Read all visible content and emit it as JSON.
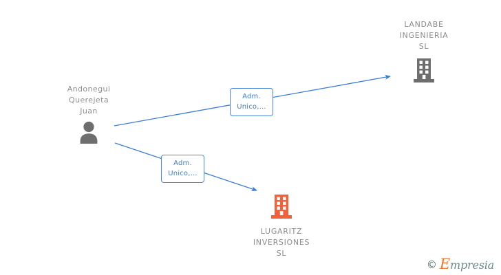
{
  "graph": {
    "background_color": "#ffffff",
    "nodes": [
      {
        "id": "person",
        "name": "Andonegui\nQuerejeta\nJuan",
        "icon": "person-icon",
        "icon_color": "#6e6e6e",
        "label_color": "#8e8e8e",
        "type": "person"
      },
      {
        "id": "landabe",
        "name": "LANDABE\nINGENIERIA\nSL",
        "icon": "building-icon",
        "icon_color": "#6e6e6e",
        "label_color": "#8c8c8c",
        "type": "company"
      },
      {
        "id": "lugaritz",
        "name": "LUGARITZ\nINVERSIONES\nSL",
        "icon": "building-icon",
        "icon_color": "#f4603a",
        "label_color": "#8c8c8c",
        "type": "company"
      }
    ],
    "edges": [
      {
        "id": "edge-landabe",
        "from": "person",
        "to": "landabe",
        "label": "Adm.\nUnico,...",
        "color": "#4a86d8"
      },
      {
        "id": "edge-lugaritz",
        "from": "person",
        "to": "lugaritz",
        "label": "Adm.\nUnico,...",
        "color": "#4a86d8"
      }
    ]
  },
  "watermark": {
    "copyright": "©",
    "initial": "E",
    "rest": "mpresia",
    "brand_color": "#f4762a"
  }
}
